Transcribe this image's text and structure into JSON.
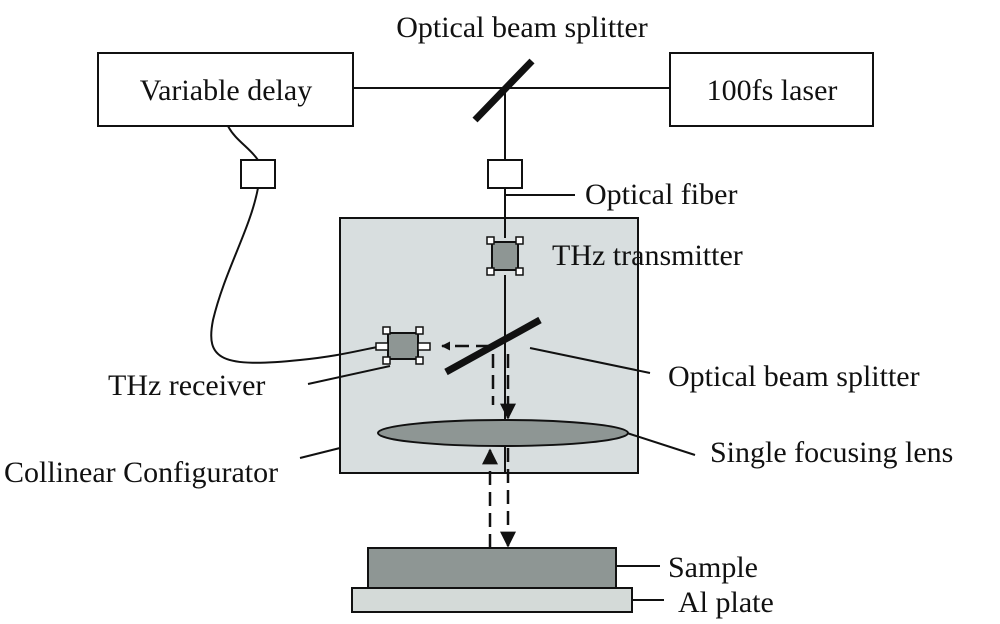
{
  "labels": {
    "beam_splitter_top": "Optical beam splitter",
    "variable_delay": "Variable delay",
    "laser": "100fs laser",
    "optical_fiber": "Optical fiber",
    "thz_transmitter": "THz transmitter",
    "thz_receiver": "THz receiver",
    "beam_splitter_inner": "Optical beam splitter",
    "focusing_lens": "Single focusing lens",
    "configurator": "Collinear Configurator",
    "sample": "Sample",
    "al_plate": "Al plate"
  },
  "colors": {
    "configurator_fill": "#d8dedf",
    "component_fill": "#8e9694",
    "plate_fill": "#d4dad8",
    "stroke": "#111111"
  }
}
